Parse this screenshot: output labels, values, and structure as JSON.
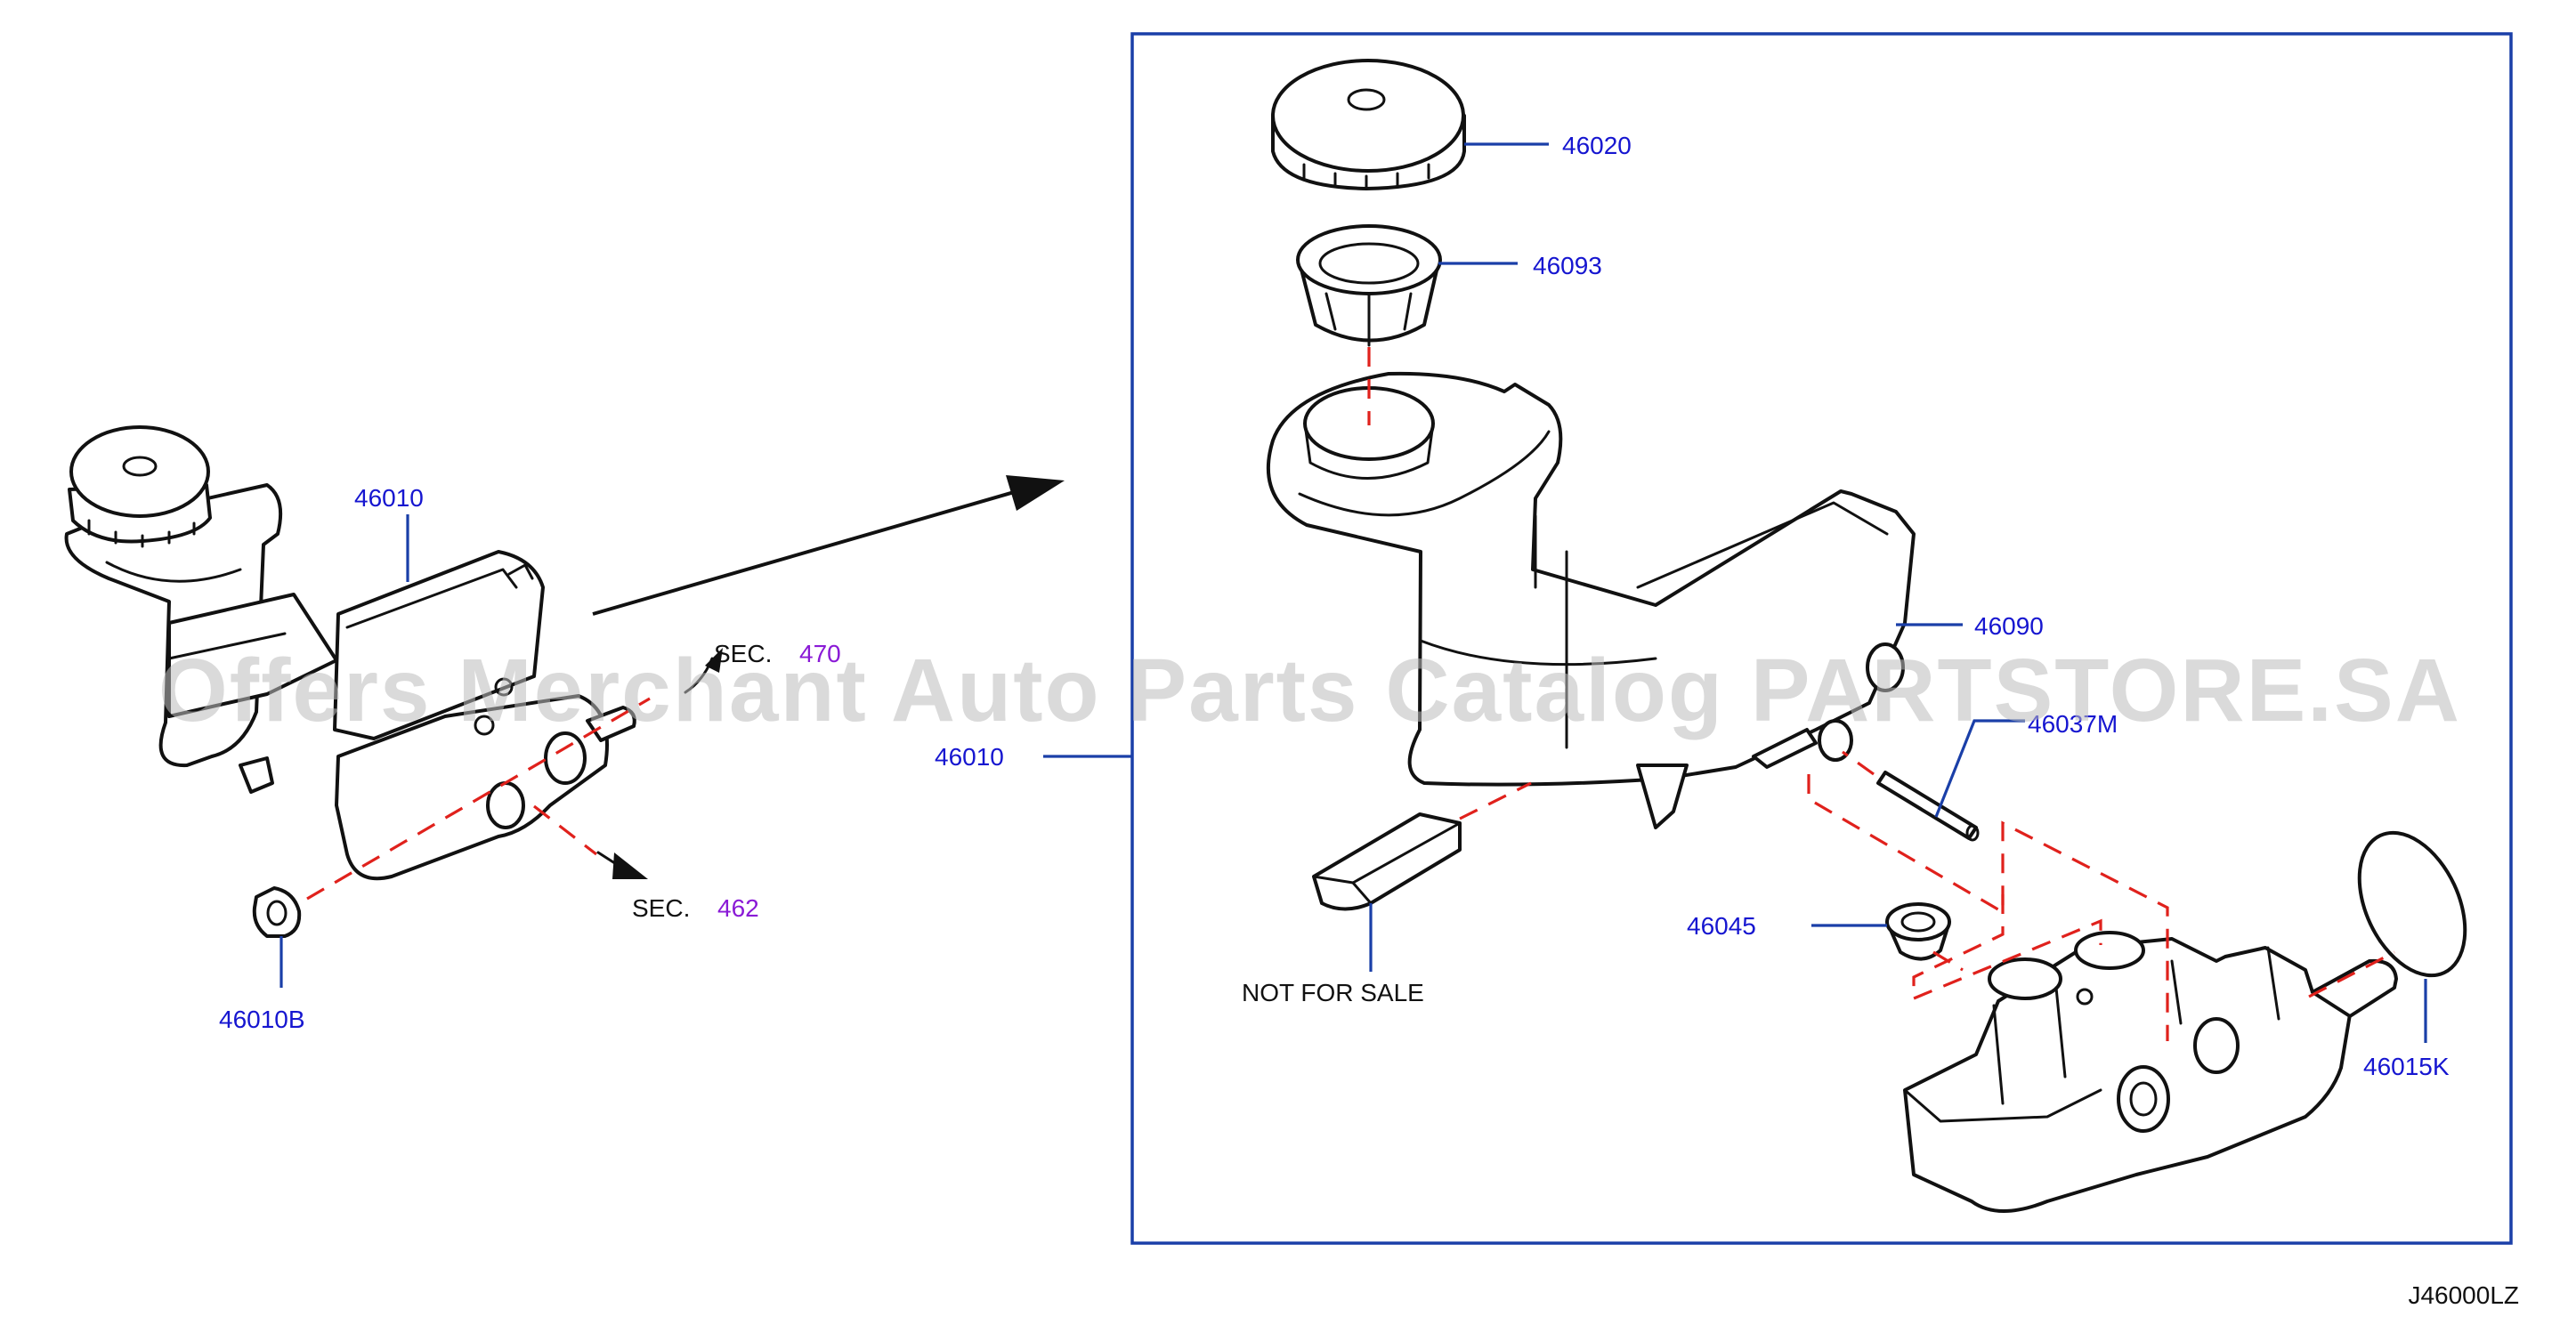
{
  "diagram": {
    "watermark": "Offers Merchant Auto Parts Catalog PARTSTORE.SA",
    "drawing_code": "J46000LZ",
    "colors": {
      "part_number_text": "#1616d0",
      "section_ref_text": "#8a1ad6",
      "leader_line": "#1a3fa8",
      "assembly_dash": "#e0211c",
      "outline": "#111111"
    },
    "left_view": {
      "part_46010": "46010",
      "part_46010B": "46010B",
      "sec_label_1": "SEC.",
      "sec_number_1": "470",
      "sec_label_2": "SEC.",
      "sec_number_2": "462"
    },
    "detail_view": {
      "callout_assembly": "46010",
      "part_46020": "46020",
      "part_46093": "46093",
      "part_46090": "46090",
      "part_46037M": "46037M",
      "part_46045": "46045",
      "part_46015K": "46015K",
      "not_for_sale": "NOT  FOR  SALE"
    }
  }
}
